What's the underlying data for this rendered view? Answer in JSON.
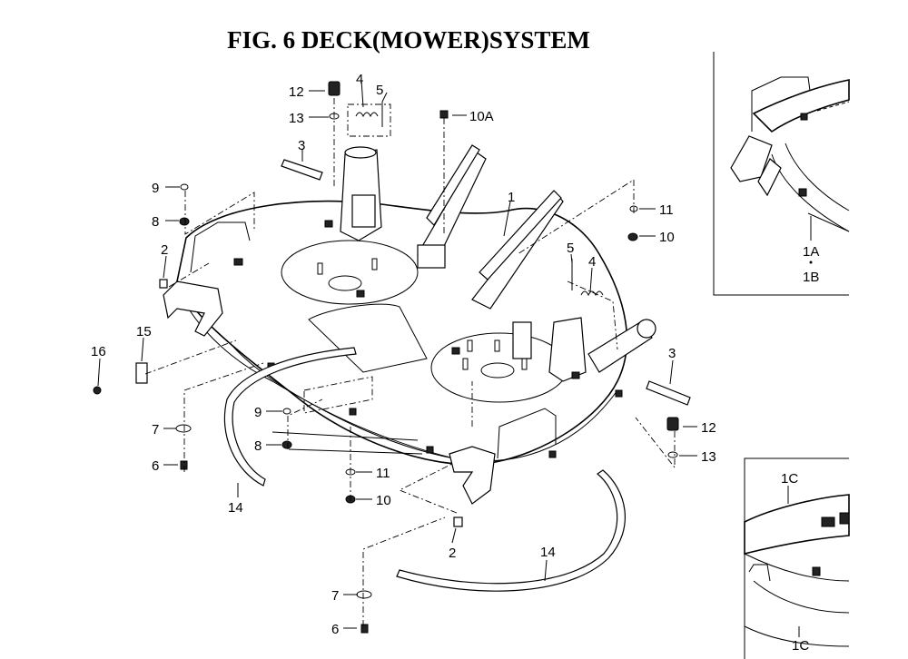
{
  "title": "FIG.  6  DECK(MOWER)SYSTEM",
  "callouts": {
    "c12a": "12",
    "c4a": "4",
    "c5a": "5",
    "c13a": "13",
    "c3a": "3",
    "c10A": "10A",
    "c9a": "9",
    "c8a": "8",
    "c2a": "2",
    "c1": "1",
    "c11a": "11",
    "c10a": "10",
    "c5b": "5",
    "c4b": "4",
    "c16": "16",
    "c15": "15",
    "c3b": "3",
    "c7a": "7",
    "c6a": "6",
    "c14a": "14",
    "c9b": "9",
    "c8b": "8",
    "c11b": "11",
    "c10b": "10",
    "c12b": "12",
    "c13b": "13",
    "c2b": "2",
    "c14b": "14",
    "c7b": "7",
    "c6b": "6",
    "c1A": "1A",
    "c1B": "1B",
    "c1Ca": "1C",
    "c1Cb": "1C"
  }
}
